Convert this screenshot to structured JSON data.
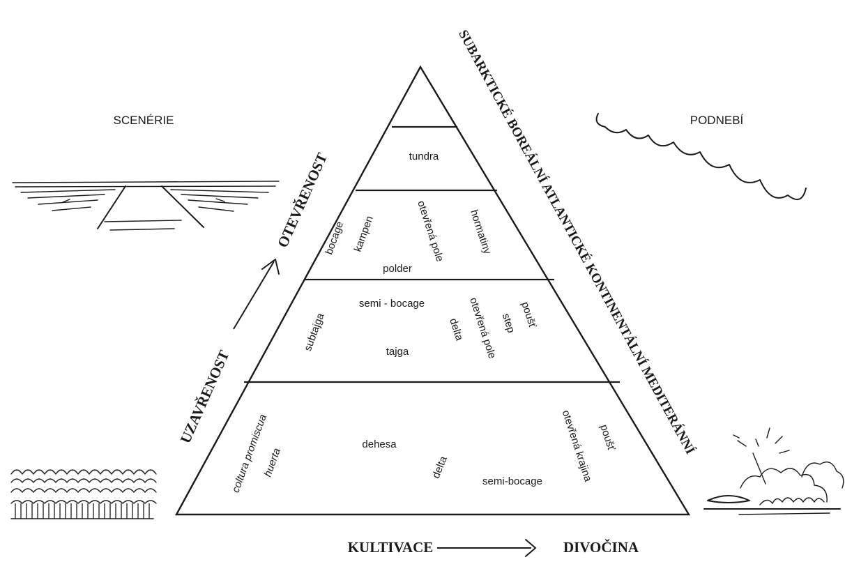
{
  "labels": {
    "scenerie": "SCENÉRIE",
    "podnebi": "PODNEBÍ",
    "oteverenost": "OTEVŘENOST",
    "uzavrenost": "UZAVŘENOST",
    "climate_axis": "SUBARKTICKÉ BOREÁLNÍ ATLANTICKÉ KONTINENTÁLNÍ MEDITERÁNNÍ",
    "kultivace": "KULTIVACE",
    "divocina": "DIVOČINA"
  },
  "tiers": {
    "tier1": {
      "tundra": "tundra"
    },
    "tier2": {
      "bocage": "bocage",
      "kampen": "kampen",
      "otevrena_pole": "otevřená pole",
      "hormatiny": "hormatiny",
      "polder": "polder"
    },
    "tier3": {
      "semi_bocage": "semi - bocage",
      "subtajga": "subtajga",
      "tajga": "tajga",
      "delta": "delta",
      "otevrena_pole": "otevřená pole",
      "step": "step",
      "poust": "poušť"
    },
    "tier4": {
      "coltura_promiscua": "coltura promiscua",
      "huerta": "huerta",
      "dehesa": "dehesa",
      "delta": "delta",
      "semi_bocage": "semi-bocage",
      "otevrena_krajina": "otevřená krajina",
      "poust": "poušť"
    }
  },
  "icons": {
    "open_fields": "open-fields-landscape",
    "cloud": "cloud-outline",
    "forest": "forest-row",
    "shrub": "desert-shrub"
  }
}
